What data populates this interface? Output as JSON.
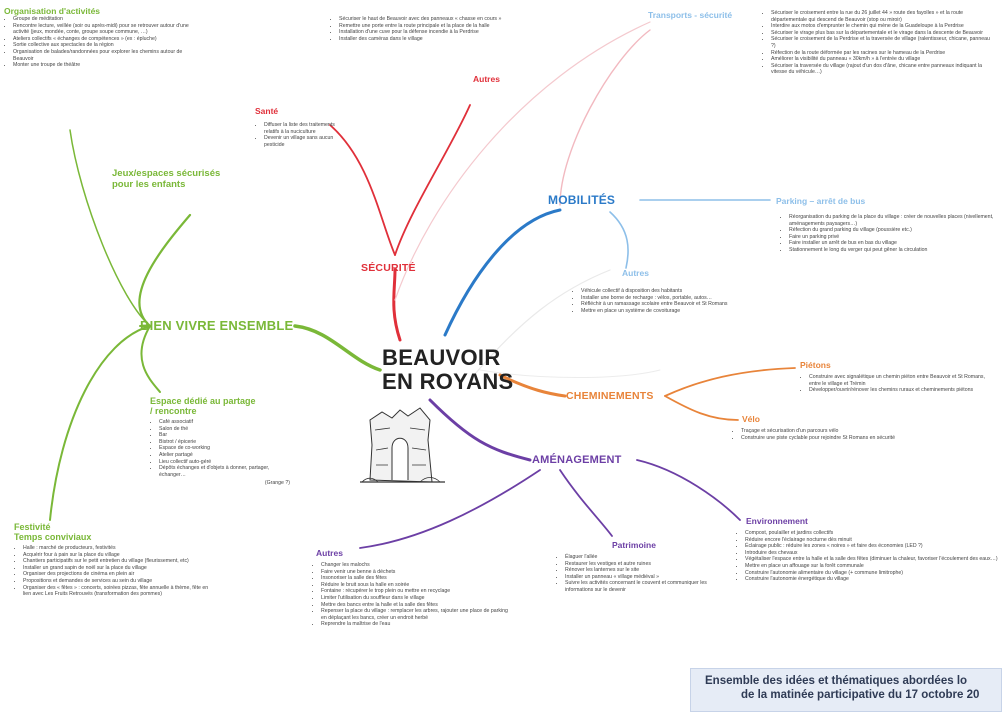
{
  "center": {
    "line1": "BEAUVOIR",
    "line2": "EN ROYANS"
  },
  "colors": {
    "green": "#7ab838",
    "red": "#e0303a",
    "blue": "#2b7ac8",
    "light_blue": "#8dbfe9",
    "orange": "#e8843a",
    "purple": "#6c3fa5"
  },
  "footer": {
    "line1": "Ensemble des idées et thématiques abordées lo",
    "line2": "de la matinée participative du 17 octobre 20"
  },
  "branches": {
    "bien_vivre": {
      "label": "BIEN VIVRE ENSEMBLE",
      "organisation": {
        "title": "Organisation d'activités",
        "items": [
          "Groupe de méditation",
          "Rencontre lecture, veillée (soir ou après-midi) pour se retrouver autour d'une activité (jeux, mondée, conte, groupe soupe commune, …)",
          "Ateliers collectifs « échanges de compétences » (ex : épluche)",
          "Sortie collective aux spectacles de la région",
          "Organisation de balades/randonnées pour explorer les chemins autour de Beauvoir",
          "Monter une troupe de théâtre"
        ]
      },
      "jeux": {
        "title_line1": "Jeux/espaces sécurisés",
        "title_line2": "pour les enfants"
      },
      "espace": {
        "title_line1": "Espace dédié au partage",
        "title_line2": "/ rencontre",
        "items": [
          "Café associatif",
          "Salon de thé",
          "Bar",
          "Bistrot / épicerie",
          "Espace de co-working",
          "Atelier partagé",
          "Lieu collectif auto-géré",
          "Dépôts échanges et d'objets à donner, partager, échanger…"
        ],
        "note": "(Grange ?)"
      },
      "festivite": {
        "title_line1": "Festivité",
        "title_line2": "Temps conviviaux",
        "items": [
          "Halle : marché de producteurs, festivités",
          "Acquérir four à pain sur la place du village",
          "Chantiers participatifs sur le petit entretien du village (fleurissement, etc)",
          "Installer un grand sapin de noël sur la place du village",
          "Organiser des projections de cinéma en plein air",
          "Propositions et demandes de services au sein du village",
          "Organiser des « fêtes » : concerts, soirées pizzas, fête annuelle à thème, fête en lien avec Les Fruits Retrouvés (transformation des pommes)"
        ]
      }
    },
    "securite": {
      "label": "SÉCURITÉ",
      "sante": {
        "title": "Santé",
        "items": [
          "Diffuser la liste des traitements relatifs à la nuciculture",
          "Devenir un village sans aucun pesticide"
        ]
      },
      "autres": {
        "title": "Autres",
        "items": [
          "Sécuriser le haut de Beauvoir avec des panneaux « chasse en cours »",
          "Remettre une porte entre la route principale et la place de la halle",
          "Installation d'une cuve pour la défense incendie à la Perdrise",
          "Installer des caméras dans le village"
        ]
      }
    },
    "mobilites": {
      "label": "MOBILITÉS",
      "transports": {
        "title": "Transports - sécurité",
        "items": [
          "Sécuriser le croisement entre la rue du 26 juillet 44 » route des fayolles » et la route départementale qui descend de Beauvoir (stop ou miroir)",
          "Interdire aux motos d'emprunter le chemin qui mène de la Guadeloupe à la Perdrise",
          "Sécuriser le virage plus bas sur la départementale et le virage dans la descente de Beauvoir",
          "Sécuriser le croisement de la Perdrise et la traversée de village (ralentisseur, chicane, panneau ?)",
          "Réfection de la route déformée par les racines sur le hameau de la Perdrise",
          "Améliorer la visibilité du panneau « 30km/h » à l'entrée du village",
          "Sécuriser la traversée du village (rajout d'un dos d'âne, chicane entre panneaux indiquant la vitesse du véhicule…)"
        ]
      },
      "parking": {
        "title": "Parking – arrêt de bus",
        "items": [
          "Réorganisation du parking de la place du village : créer de nouvelles places (nivellement, aménagements paysagers…)",
          "Réfection du grand parking du village (poussière etc.)",
          "Faire un parking privé",
          "Faire installer un arrêt de bus en bas du village",
          "Stationnement le long du verger qui peut gêner la circulation"
        ]
      },
      "autres": {
        "title": "Autres",
        "items": [
          "Véhicule collectif à disposition des habitants",
          "Installer une borne de recharge : vélos, portable, autos…",
          "Réfléchir à un ramassage scolaire entre Beauvoir et St Romans",
          "Mettre en place un système de covoiturage"
        ]
      }
    },
    "cheminements": {
      "label": "CHEMINEMENTS",
      "pietons": {
        "title": "Piétons",
        "items": [
          "Construire avec signalétique un chemin piéton entre Beauvoir et St Romans, entre le village et Trémin",
          "Développer/ouvrir/rénover les chemins ruraux et cheminements piétons"
        ]
      },
      "velo": {
        "title": "Vélo",
        "items": [
          "Traçage et sécurisation d'un parcours vélo",
          "Construire une piste cyclable pour rejoindre St Romans en sécurité"
        ]
      }
    },
    "amenagement": {
      "label": "AMÉNAGEMENT",
      "autres": {
        "title": "Autres",
        "items": [
          "Changer les malochs",
          "Faire venir une benne à déchets",
          "Insonoriser la salle des fêtes",
          "Réduire le bruit sous la halle en soirée",
          "Fontaine : récupérer le trop plein ou mettre en recyclage",
          "Limiter l'utilisation du souffleur dans le village",
          "Mettre des bancs entre la halle et la salle des fêtes",
          "Repenser la place du village : remplacer les arbres, rajouter une place de parking en déplaçant les bancs, créer un endroit herbé",
          "Reprendre la maîtrise de l'eau"
        ]
      },
      "patrimoine": {
        "title": "Patrimoine",
        "items": [
          "Élaguer l'allée",
          "Restaurer les vestiges et autre ruines",
          "Rénover les lanternes sur le site",
          "Installer un panneau « village médiéval »",
          "Suivre les activités concernant le couvent et communiquer les informations sur le devenir"
        ]
      },
      "environnement": {
        "title": "Environnement",
        "items": [
          "Compost, poulailler et jardins collectifs",
          "Réduire encore l'éclairage nocturne dès minuit",
          "Éclairage public : réduire les zones « noires » et faire des économies (LED ?)",
          "Introduire des chevaux",
          "Végétaliser l'espace entre la halle et la salle des fêtes (diminuer la chaleur, favoriser l'écoulement des eaux…)",
          "Mettre en place un affouage sur la forêt communale",
          "Construire l'autonomie alimentaire du village (+ commune limitrophe)",
          "Construire l'autonomie énergétique du village"
        ]
      }
    }
  }
}
